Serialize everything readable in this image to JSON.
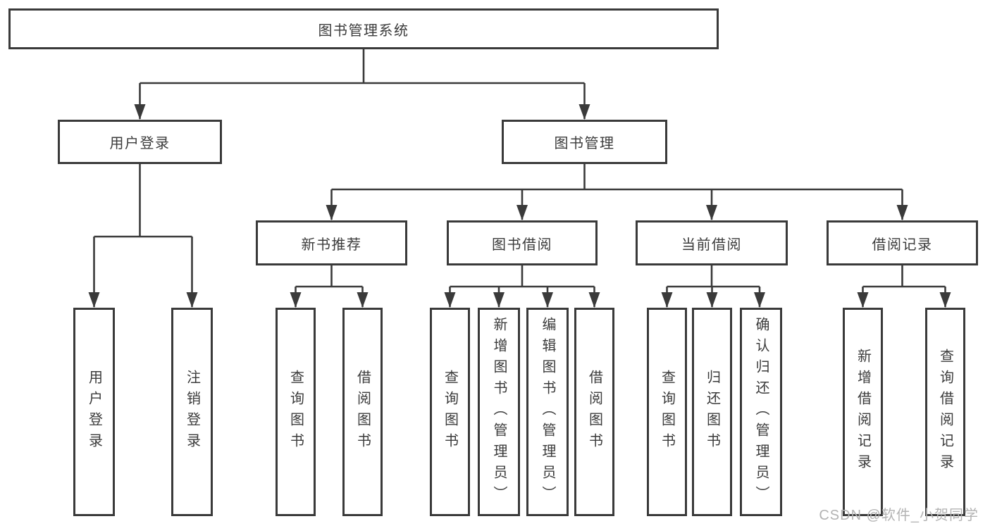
{
  "diagram": {
    "root": {
      "label": "图书管理系统"
    },
    "level2": [
      {
        "label": "用户登录",
        "parent": "图书管理系统"
      },
      {
        "label": "图书管理",
        "parent": "图书管理系统"
      }
    ],
    "level3": [
      {
        "label": "新书推荐",
        "parent": "图书管理"
      },
      {
        "label": "图书借阅",
        "parent": "图书管理"
      },
      {
        "label": "当前借阅",
        "parent": "图书管理"
      },
      {
        "label": "借阅记录",
        "parent": "图书管理"
      }
    ],
    "leaves": [
      {
        "label": "用户登录",
        "parent": "用户登录"
      },
      {
        "label": "注销登录",
        "parent": "用户登录"
      },
      {
        "label": "查询图书",
        "parent": "新书推荐"
      },
      {
        "label": "借阅图书",
        "parent": "新书推荐"
      },
      {
        "label": "查询图书",
        "parent": "图书借阅"
      },
      {
        "label": "新增图书（管理员）",
        "parent": "图书借阅"
      },
      {
        "label": "编辑图书（管理员）",
        "parent": "图书借阅"
      },
      {
        "label": "借阅图书",
        "parent": "图书借阅"
      },
      {
        "label": "查询图书",
        "parent": "当前借阅"
      },
      {
        "label": "归还图书",
        "parent": "当前借阅"
      },
      {
        "label": "确认归还（管理员）",
        "parent": "当前借阅"
      },
      {
        "label": "新增借阅记录",
        "parent": "借阅记录"
      },
      {
        "label": "查询借阅记录",
        "parent": "借阅记录"
      }
    ]
  },
  "watermark": {
    "text": "CSDN @软件_小贺同学"
  },
  "colors": {
    "line": "#3a3a3a",
    "box_border": "#3a3a3a",
    "text": "#3b3b3b",
    "watermark": "#b3b3b3",
    "background": "#ffffff"
  }
}
